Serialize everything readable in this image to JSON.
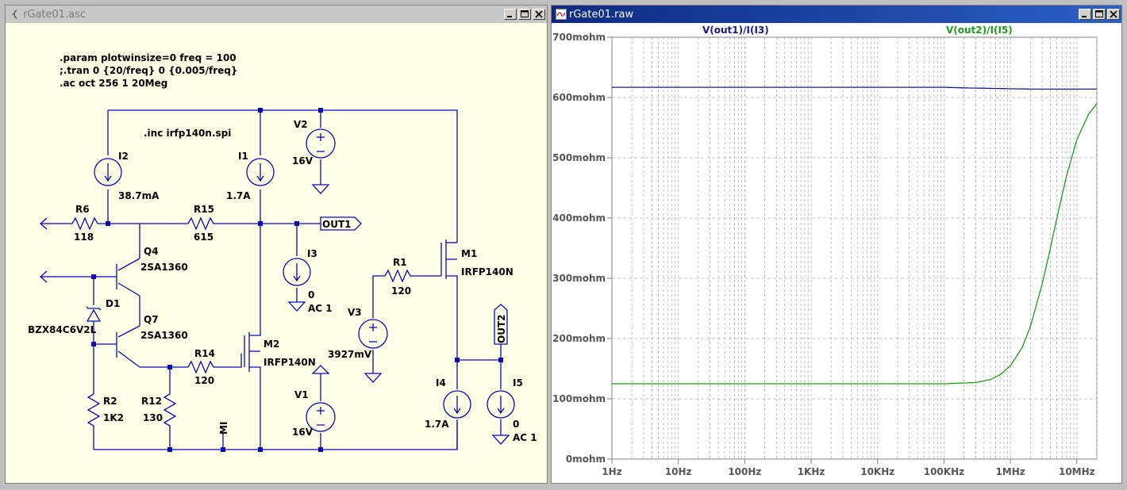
{
  "schematic_window": {
    "title": "rGate01.asc",
    "directives": [
      ".param plotwinsize=0 freq = 100",
      ";.tran 0 {20/freq} 0 {0.005/freq}",
      ".ac oct 256 1 20Meg"
    ],
    "include": ".inc irfp140n.spi",
    "components": {
      "I2": {
        "name": "I2",
        "value": "38.7mA"
      },
      "I1": {
        "name": "I1",
        "value": "1.7A"
      },
      "V2": {
        "name": "V2",
        "value": "16V"
      },
      "R6": {
        "name": "R6",
        "value": "118"
      },
      "R15": {
        "name": "R15",
        "value": "615"
      },
      "Q4": {
        "name": "Q4",
        "value": "2SA1360"
      },
      "Q7": {
        "name": "Q7",
        "value": "2SA1360"
      },
      "D1": {
        "name": "D1",
        "value": "BZX84C6V2L"
      },
      "I3": {
        "name": "I3",
        "value": "0",
        "ac": "AC 1"
      },
      "R1": {
        "name": "R1",
        "value": "120"
      },
      "M1": {
        "name": "M1",
        "value": "IRFP140N"
      },
      "V3": {
        "name": "V3",
        "value": "3927mV"
      },
      "R14": {
        "name": "R14",
        "value": "120"
      },
      "M2": {
        "name": "M2",
        "value": "IRFP140N"
      },
      "R2": {
        "name": "R2",
        "value": "1K2"
      },
      "R12": {
        "name": "R12",
        "value": "130"
      },
      "V1": {
        "name": "V1",
        "value": "16V"
      },
      "I4": {
        "name": "I4",
        "value": "1.7A"
      },
      "I5": {
        "name": "I5",
        "value": "0",
        "ac": "AC 1"
      }
    },
    "net_labels": {
      "out1": "OUT1",
      "out2": "OUT2",
      "mi": "MI"
    }
  },
  "plot_window": {
    "title": "rGate01.raw",
    "colors": {
      "series1": "#1a1a8c",
      "series2": "#1e9a1e",
      "axis": "#808080",
      "text": "#555555"
    }
  },
  "chart_data": {
    "type": "line",
    "xscale": "log",
    "xlim": [
      1,
      20000000
    ],
    "ylim": [
      0,
      0.7
    ],
    "x_ticks": [
      "1Hz",
      "10Hz",
      "100Hz",
      "1KHz",
      "10KHz",
      "100KHz",
      "1MHz",
      "10MHz"
    ],
    "y_ticks": [
      "0mohm",
      "100mohm",
      "200mohm",
      "300mohm",
      "400mohm",
      "500mohm",
      "600mohm",
      "700mohm"
    ],
    "grid": true,
    "series": [
      {
        "name": "V(out1)/I(I3)",
        "x": [
          1,
          100000,
          200000,
          2000000,
          20000000
        ],
        "y": [
          0.617,
          0.617,
          0.616,
          0.614,
          0.614
        ]
      },
      {
        "name": "V(out2)/I(I5)",
        "x": [
          1,
          100000,
          300000,
          500000,
          700000,
          1000000,
          1500000,
          2000000,
          3000000,
          4000000,
          5000000,
          7000000,
          10000000,
          15000000,
          20000000
        ],
        "y": [
          0.125,
          0.125,
          0.127,
          0.132,
          0.14,
          0.155,
          0.185,
          0.22,
          0.29,
          0.35,
          0.4,
          0.47,
          0.53,
          0.572,
          0.59
        ]
      }
    ]
  }
}
